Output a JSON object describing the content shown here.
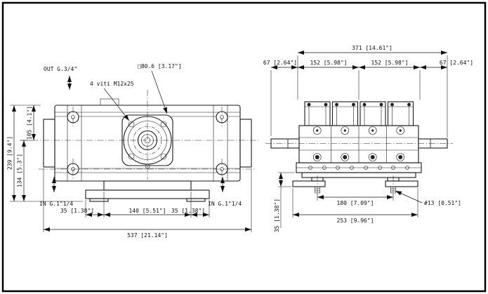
{
  "meta": {
    "drawing_type": "pump outline dimensional drawing",
    "background_color": "#ffffff",
    "line_color": "#1a1a1a"
  },
  "front_view": {
    "labels": {
      "out_port": "OUT G.3/4\"",
      "bolts_note": "4 viti M12x25",
      "flange_square": "□80.6 [3.17\"]",
      "in_port_left": "IN G.1\"1/4",
      "in_port_right": "IN G.1\"1/4"
    },
    "dims": {
      "overall_height": "239 [9.4\"]",
      "lower_height": "134 [5.3\"]",
      "upper_height": "105 [4.1\"]",
      "foot_left": "35 [1.38\"]",
      "foot_center": "140 [5.51\"]",
      "foot_right": "35 [1.38\"]",
      "overall_width": "537 [21.14\"]"
    }
  },
  "side_view": {
    "dims": {
      "overall_width": "371 [14.61\"]",
      "offset_left": "67 [2.64\"]",
      "pitch_left": "152 [5.98\"]",
      "pitch_right": "152 [5.98\"]",
      "offset_right": "67 [2.64\"]",
      "feet_pitch": "180 [7.09\"]",
      "hole_dia": "#13 [0.51\"]",
      "base_width": "253 [9.96\"]",
      "foot_height": "35 [1.38\"]"
    }
  }
}
